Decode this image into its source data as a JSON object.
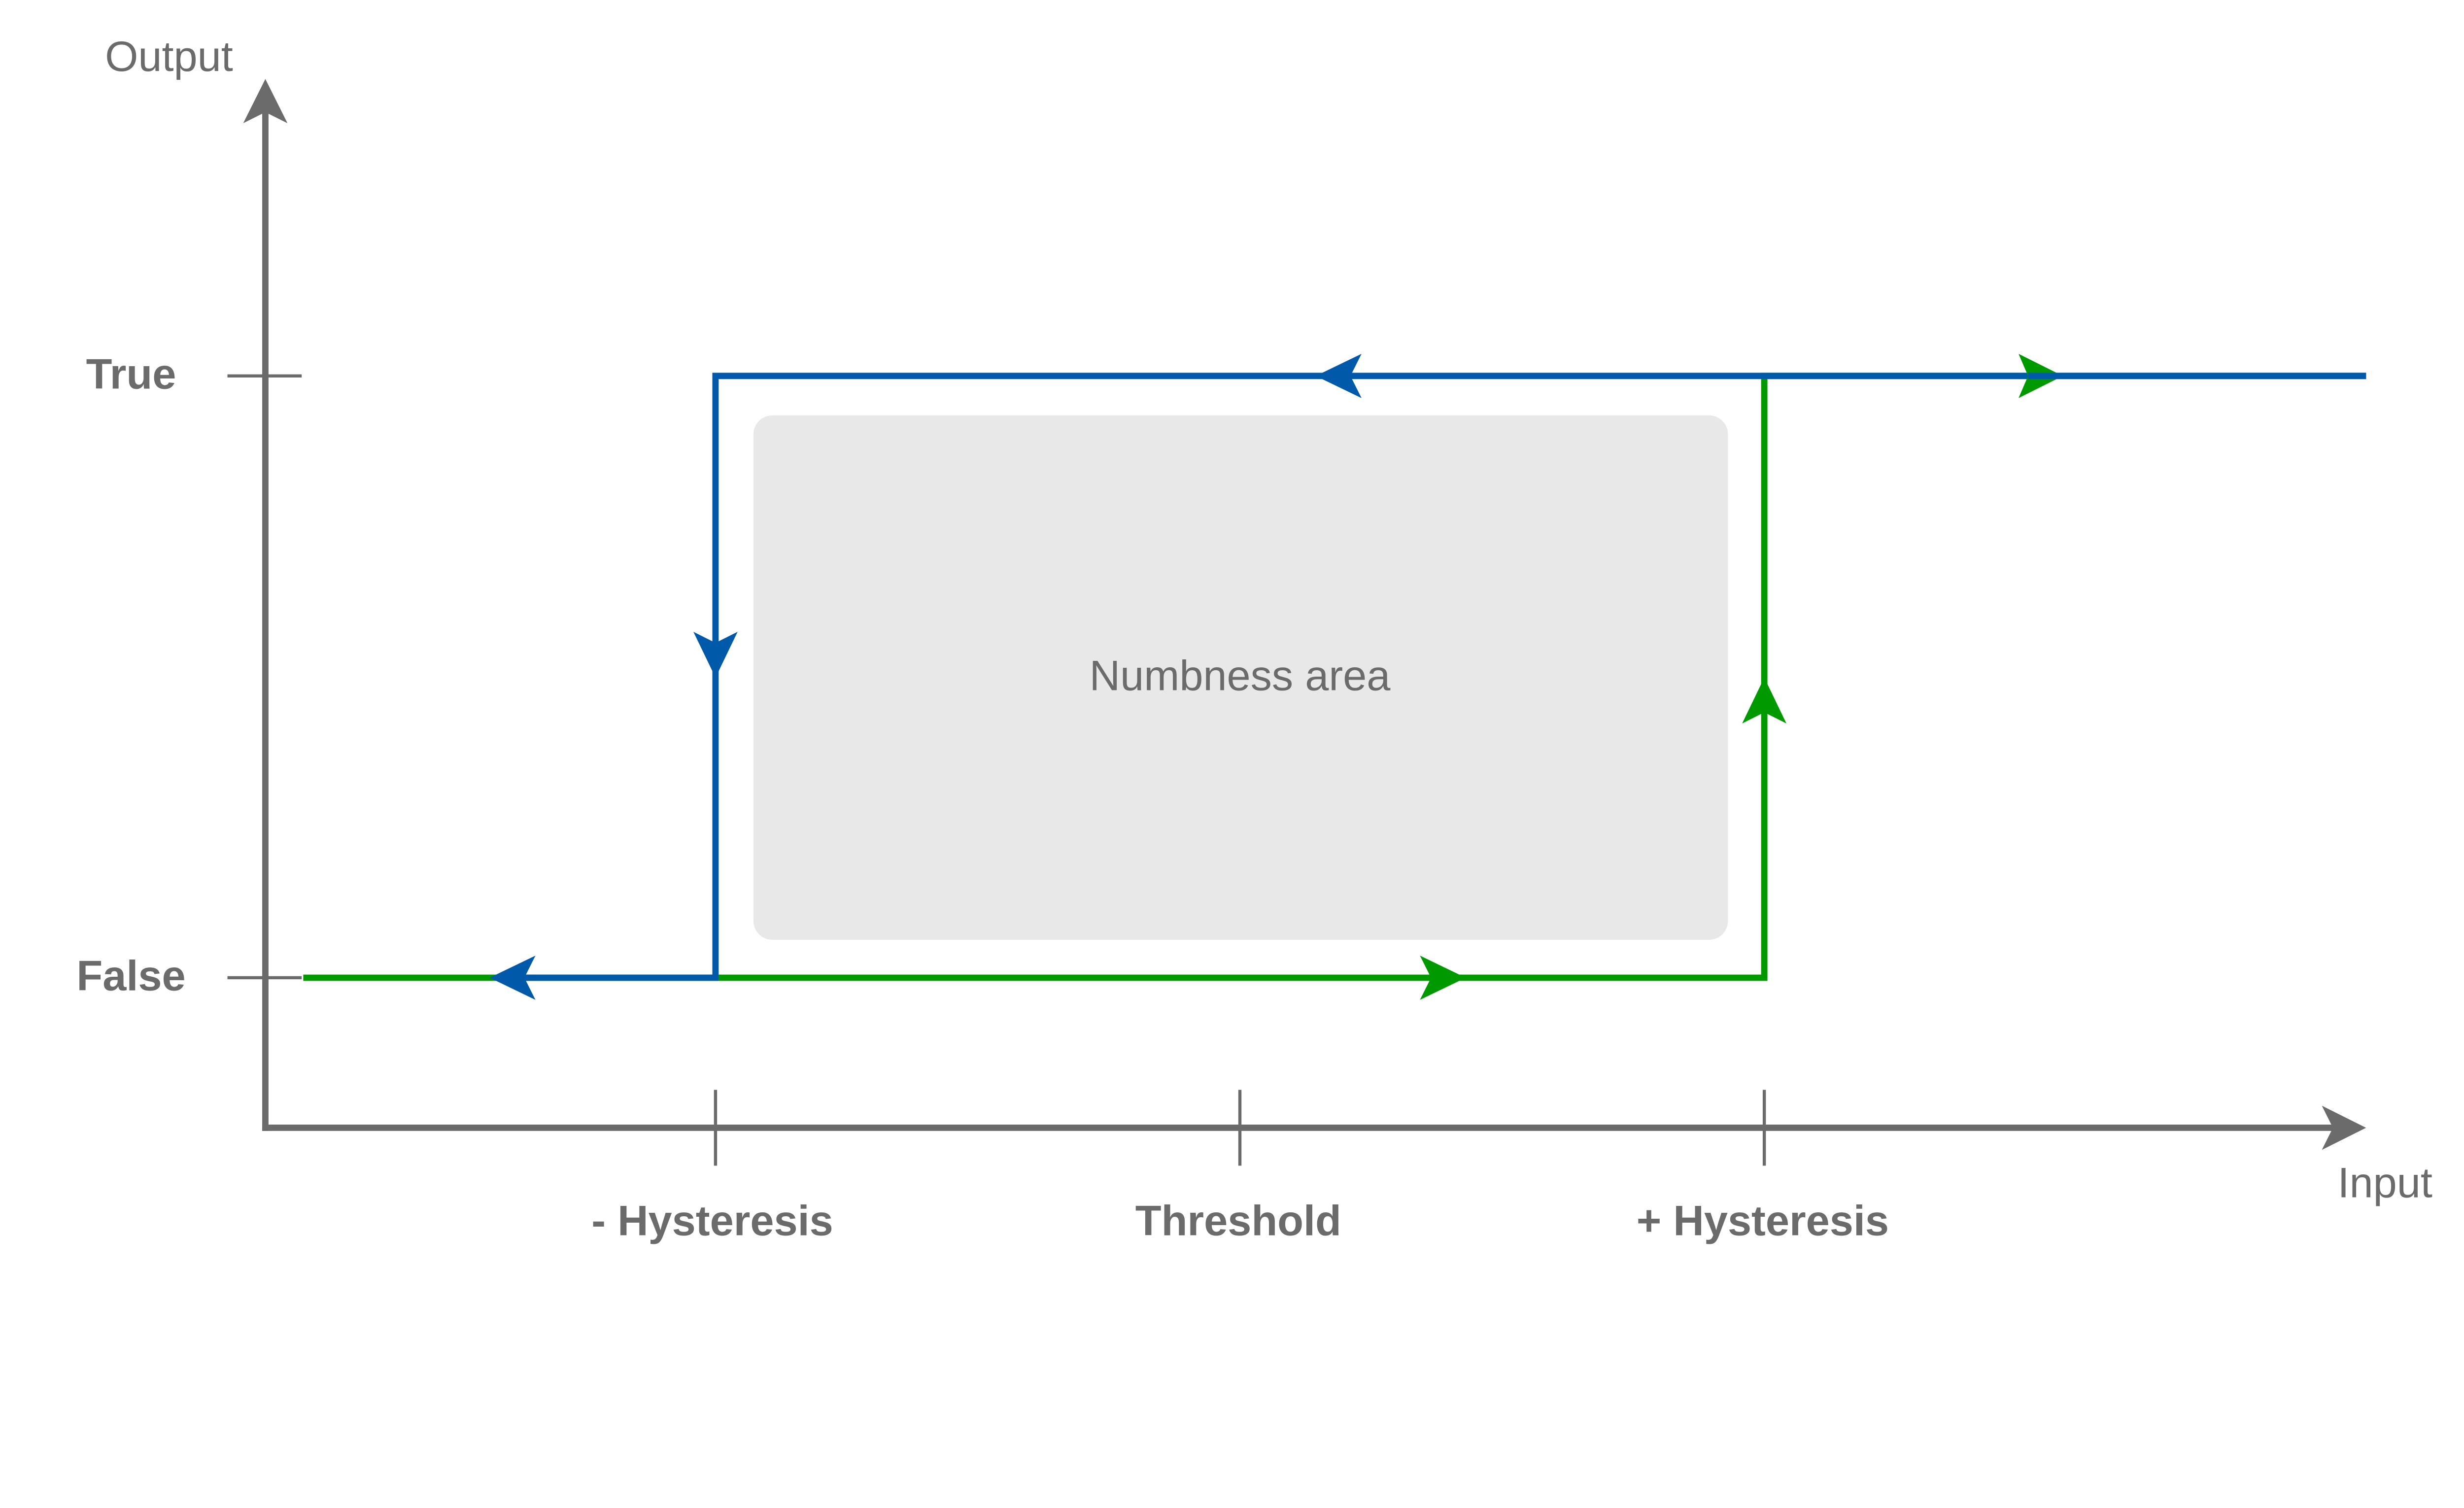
{
  "axes": {
    "y_label": "Output",
    "x_label": "Input",
    "y_ticks": [
      "True",
      "False"
    ],
    "x_ticks": [
      "- Hysteresis",
      "Threshold",
      "+ Hysteresis"
    ]
  },
  "region": {
    "label": "Numbness area",
    "color": "#e8e8e8"
  },
  "colors": {
    "axis": "#6b6b6b",
    "falling_path": "#005aa9",
    "rising_path": "#009900"
  },
  "icons": {
    "axis_arrow": "arrowhead-icon",
    "path_arrow": "arrowhead-icon"
  }
}
